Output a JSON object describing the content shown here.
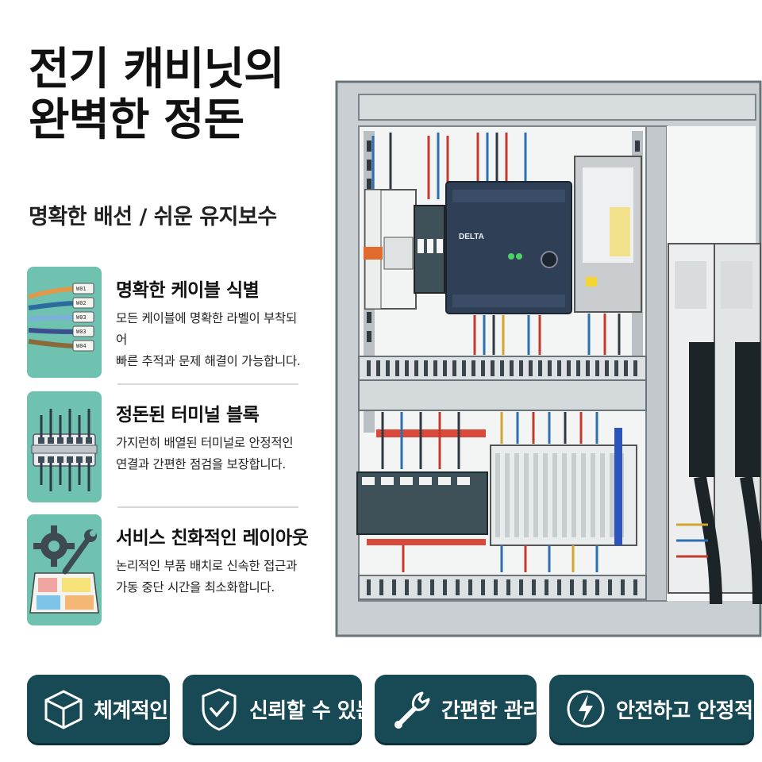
{
  "header": {
    "title_line1": "전기 캐비닛의",
    "title_line2": "완벽한 정돈",
    "subtitle": "명확한 배선 / 쉬운 유지보수"
  },
  "features": [
    {
      "icon": "labeled-cables-icon",
      "title": "명확한 케이블 식별",
      "desc_line1": "모든 케이블에 명확한 라벨이 부착되어",
      "desc_line2": "빠른 추적과 문제 해결이 가능합니다.",
      "cable_labels": [
        "W01",
        "W02",
        "W03",
        "W03",
        "W04"
      ]
    },
    {
      "icon": "terminal-block-icon",
      "title": "정돈된 터미널 블록",
      "desc_line1": "가지런히 배열된 터미널로 안정적인",
      "desc_line2": "연결과 간편한 점검을 보장합니다."
    },
    {
      "icon": "gear-wrench-layout-icon",
      "title": "서비스 친화적인 레이아웃",
      "desc_line1": "논리적인 부품 배치로 신속한 접근과",
      "desc_line2": "가동 중단 시간을 최소화합니다."
    }
  ],
  "cabinet": {
    "plc_brand": "DELTA"
  },
  "badges": [
    {
      "icon": "box-icon",
      "label": "체계적인"
    },
    {
      "icon": "shield-check-icon",
      "label": "신뢰할 수 있는"
    },
    {
      "icon": "wrench-icon",
      "label": "간편한 관리"
    },
    {
      "icon": "lightning-icon",
      "label": "안전하고 안정적인"
    }
  ],
  "colors": {
    "accent_teal": "#6fc2b0",
    "badge_bg": "#174a55",
    "cabinet_frame": "#c9cfd3"
  }
}
